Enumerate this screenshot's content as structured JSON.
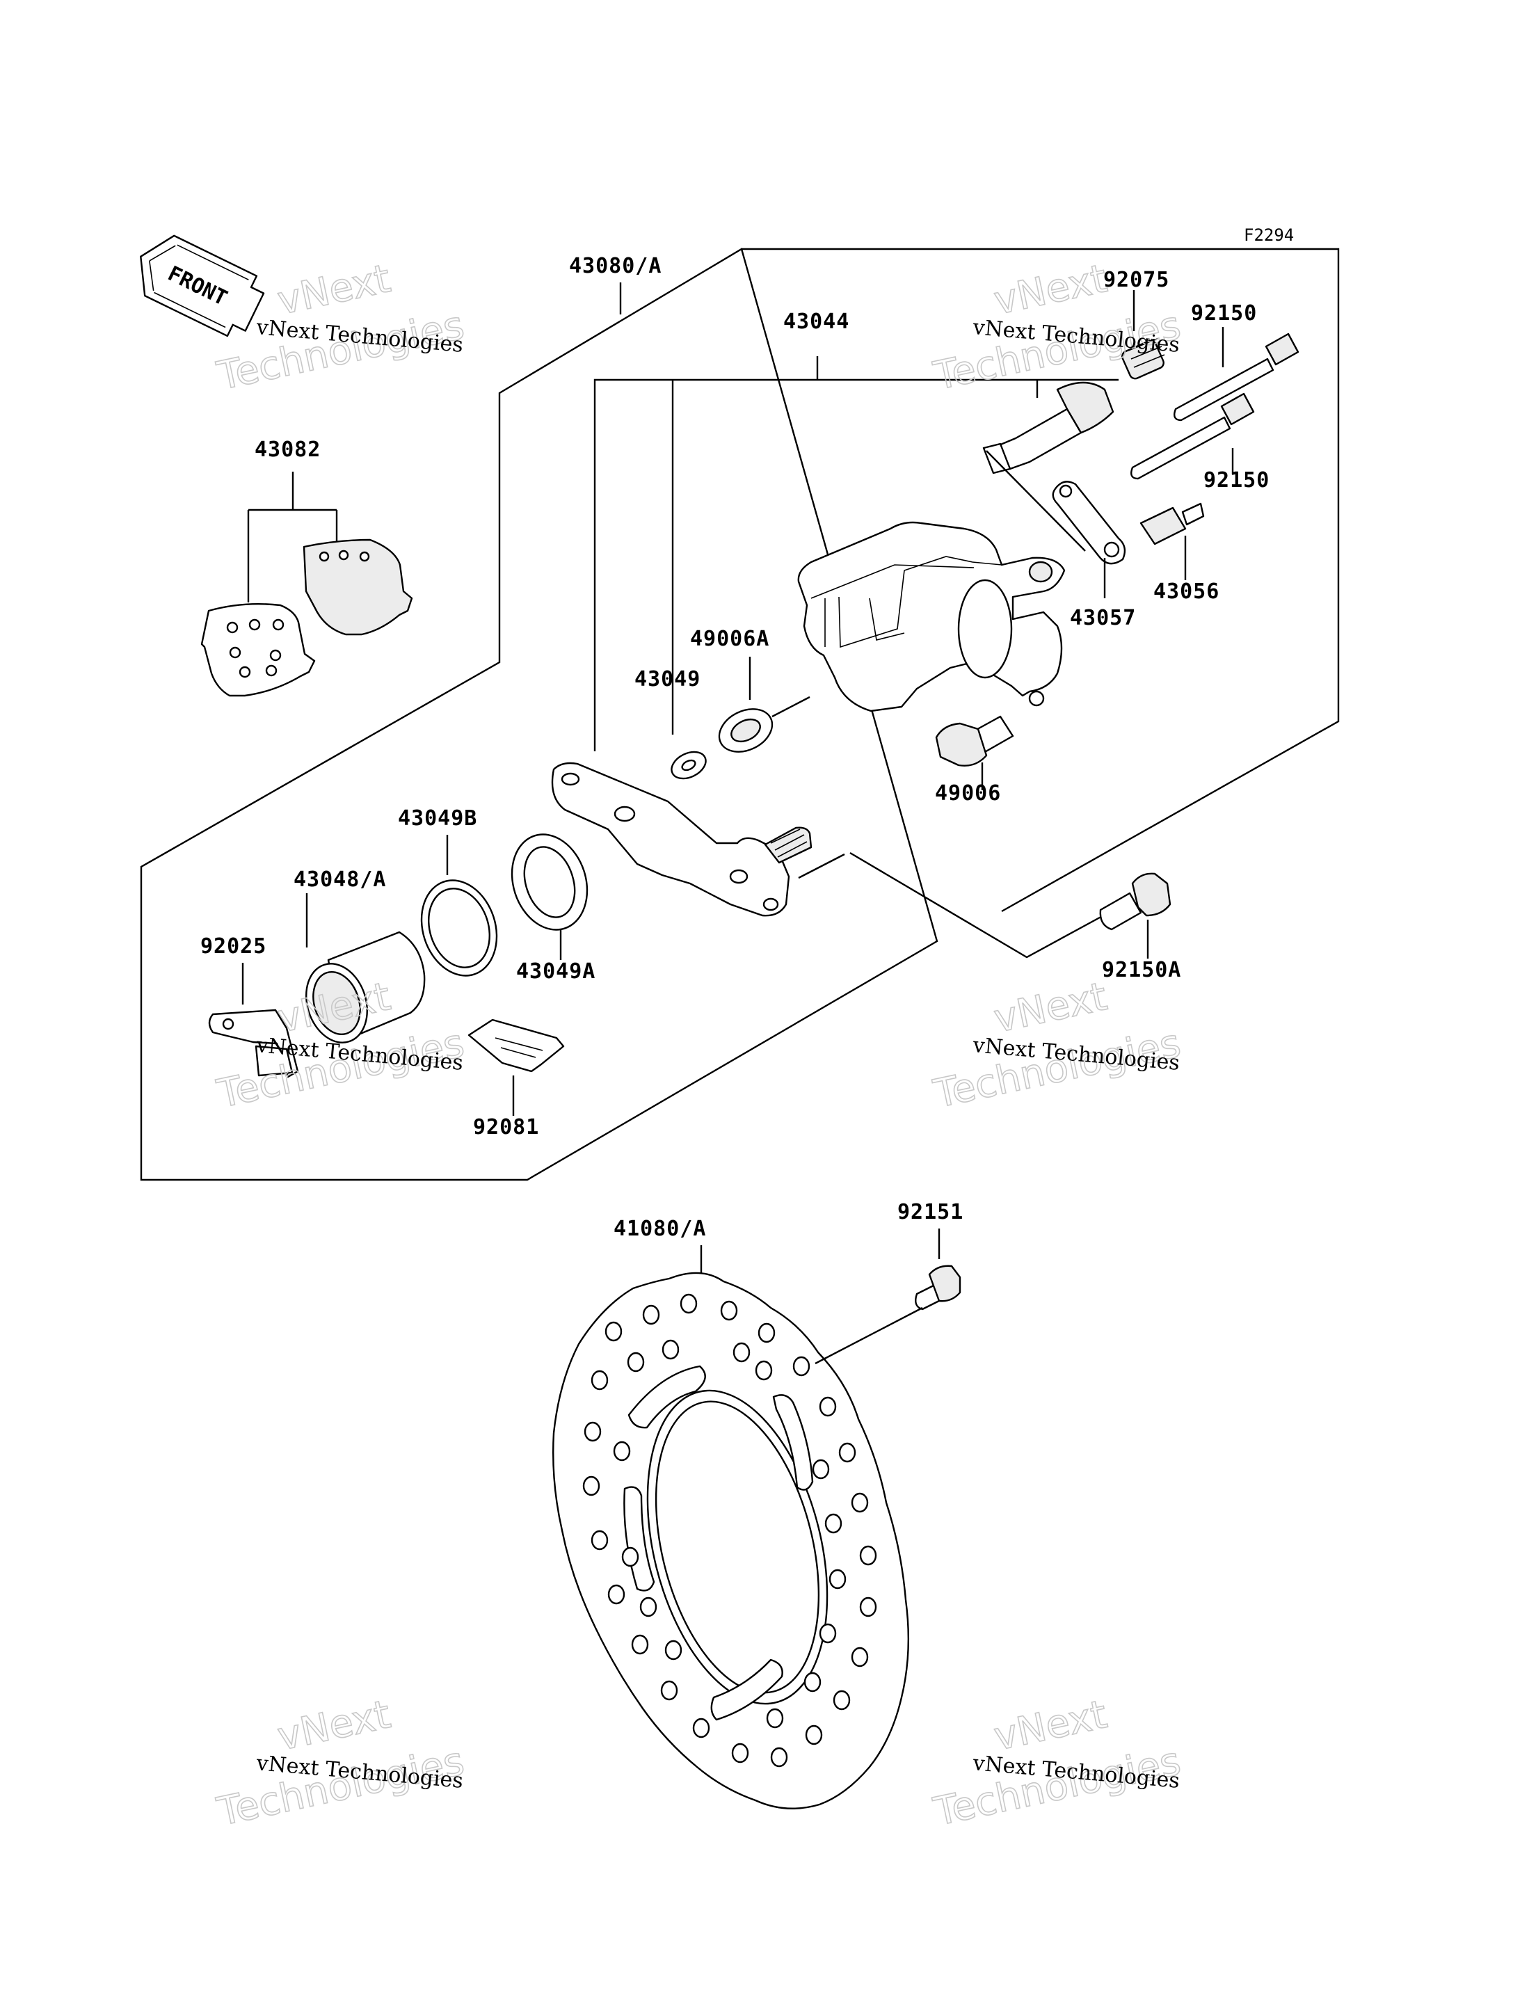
{
  "figure_code": "F2294",
  "front_sign": "FRONT",
  "watermark": {
    "small_text": "vNext Technologies",
    "large_line1": "vNext",
    "large_line2": "Technologies"
  },
  "part_labels": {
    "p43080A": "43080/A",
    "p43044": "43044",
    "p92075": "92075",
    "p92150_top": "92150",
    "p92150_bottom": "92150",
    "p43082": "43082",
    "p43056": "43056",
    "p43057": "43057",
    "p49006A": "49006A",
    "p43049": "43049",
    "p49006": "49006",
    "p43049B": "43049B",
    "p43048A": "43048/A",
    "p92025": "92025",
    "p43049A": "43049A",
    "p92150A": "92150A",
    "p92081": "92081",
    "p41080A": "41080/A",
    "p92151": "92151"
  },
  "colors": {
    "ink": "#000000",
    "watermark": "#c8c8c8",
    "paper": "#ffffff"
  }
}
